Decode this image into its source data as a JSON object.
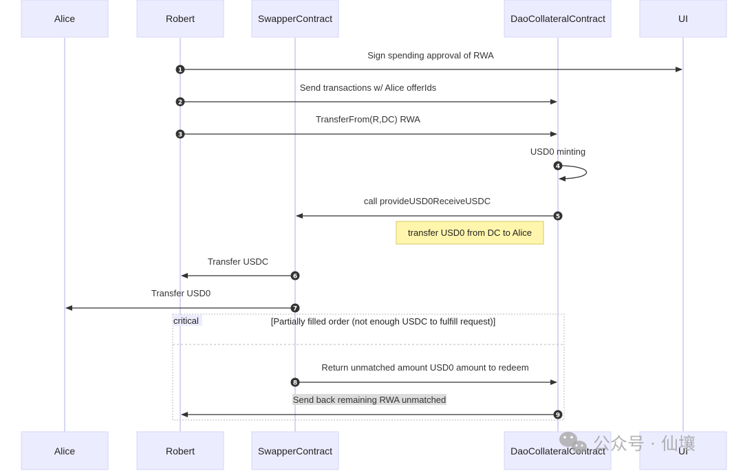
{
  "participants": [
    "Alice",
    "Robert",
    "SwapperContract",
    "DaoCollateralContract",
    "UI"
  ],
  "messages": [
    {
      "num": "1",
      "label": "Sign spending approval of RWA",
      "from": "Robert",
      "to": "UI"
    },
    {
      "num": "2",
      "label": "Send transactions w/ Alice offerIds",
      "from": "Robert",
      "to": "DaoCollateralContract"
    },
    {
      "num": "3",
      "label": "TransferFrom(R,DC) RWA",
      "from": "Robert",
      "to": "DaoCollateralContract"
    },
    {
      "num": "4",
      "label": "USD0 minting",
      "from": "DaoCollateralContract",
      "to": "DaoCollateralContract"
    },
    {
      "num": "5",
      "label": "call provideUSD0ReceiveUSDC",
      "from": "DaoCollateralContract",
      "to": "SwapperContract"
    },
    {
      "num": "6",
      "label": "Transfer USDC",
      "from": "SwapperContract",
      "to": "Robert"
    },
    {
      "num": "7",
      "label": "Transfer USD0",
      "from": "SwapperContract",
      "to": "Alice"
    },
    {
      "num": "8",
      "label": "Return unmatched amount USD0 amount to redeem",
      "from": "SwapperContract",
      "to": "DaoCollateralContract"
    },
    {
      "num": "9",
      "label": "Send back remaining RWA unmatched",
      "from": "DaoCollateralContract",
      "to": "Robert"
    }
  ],
  "note": {
    "text": "transfer USD0 from DC to Alice",
    "over": "DaoCollateralContract"
  },
  "critical": {
    "tag": "critical",
    "condition": "[Partially filled order (not enough USDC to fulfill request)]"
  },
  "watermark": {
    "text": "公众号 · 仙壤",
    "icon": "wechat-icon"
  },
  "colors": {
    "actor_fill": "#ececff",
    "note_fill": "#fff5ad",
    "line": "#333333",
    "lifeline": "#c9c9f0"
  }
}
